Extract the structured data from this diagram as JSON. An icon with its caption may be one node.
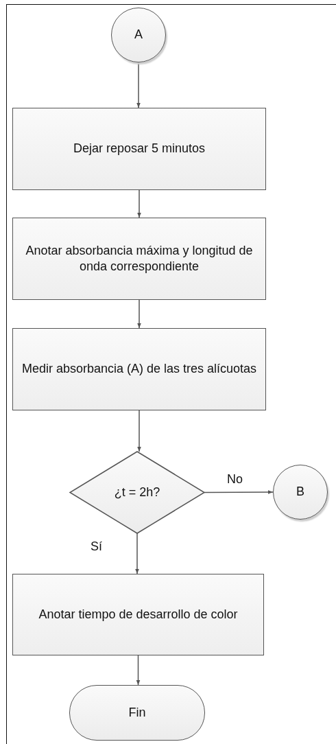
{
  "diagram": {
    "nodes": [
      {
        "text": [
          "A"
        ]
      },
      {
        "text": [
          "Dejar reposar 5 minutos"
        ]
      },
      {
        "text": [
          "Anotar absorbancia máxima y longitud de onda correspondiente"
        ]
      },
      {
        "text": [
          "Medir absorbancia (A) de las tres alícuotas"
        ]
      },
      {
        "text": [
          "¿t = 2h?"
        ]
      },
      {
        "text": [
          "B"
        ]
      },
      {
        "text": [
          "Anotar tiempo de desarrollo de color"
        ]
      },
      {
        "text": [
          "Fin"
        ]
      }
    ],
    "edges": [
      {
        "from": 0,
        "to": 1,
        "arrow": "to"
      },
      {
        "from": 1,
        "to": 2,
        "arrow": "to"
      },
      {
        "from": 2,
        "to": 3,
        "arrow": "to"
      },
      {
        "from": 3,
        "to": 4,
        "arrow": "to"
      },
      {
        "from": 4,
        "to": 5,
        "arrow": "to",
        "label": "No"
      },
      {
        "from": 4,
        "to": 6,
        "arrow": "to",
        "label": "Sí"
      },
      {
        "from": 6,
        "to": 7,
        "arrow": "to"
      }
    ]
  }
}
